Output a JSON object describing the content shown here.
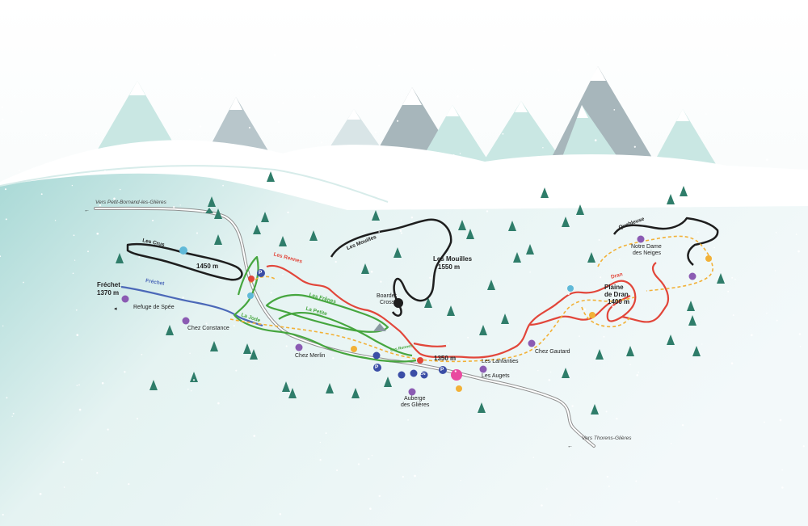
{
  "colors": {
    "red_trail": "#e2463a",
    "green_trail": "#46a63f",
    "black_trail": "#1e1e1e",
    "blue_trail": "#4b68b8",
    "orange_trail": "#f2b137",
    "poi_purple": "#8b5bb3",
    "parking_blue": "#3b4ea6",
    "mountain_teal": "#c7e6e2",
    "mountain_grey": "#a9b7bd",
    "tree_green": "#2f7d6a"
  },
  "labels": {
    "frechet_name": "Fréchet",
    "frechet_alt": "1370 m",
    "refuge": "Refuge de Spée",
    "chez_constance": "Chez Constance",
    "chez_merlin": "Chez Merlin",
    "auberge_1": "Auberge",
    "auberge_2": "des Glières",
    "alt_1450": "1450 m",
    "alt_1350": "1350 m",
    "boarder_1": "Boarder",
    "boarder_2": "Cross",
    "mouilles_name": "Les Mouilles",
    "mouilles_alt": "1550 m",
    "lanfanties": "Les Lanfanties",
    "augets": "Les Augets",
    "chez_gautard": "Chez Gautard",
    "plaine_1": "Plaine",
    "plaine_2": "de Dran",
    "plaine_alt": "1400 m",
    "notre_dame_1": "Notre Dame",
    "notre_dame_2": "des Neiges",
    "vers_petit": "Vers Petit-Bornand-les-Glières",
    "vers_thorens": "Vers Thorens-Glières"
  },
  "trails": {
    "les_crus": "Les Crus",
    "frechet": "Fréchet",
    "la_jode": "La Jode",
    "les_frenes": "Les Frênes",
    "la_petite": "La Petite",
    "les_rennes": "Les Rennes",
    "les_mouilles": "Les Mouilles",
    "dran": "Dran",
    "quebleuse": "Quebleuse",
    "les_rennes_small": "Les Rennes"
  },
  "icons": {
    "parking": "P",
    "cn": "CN"
  }
}
